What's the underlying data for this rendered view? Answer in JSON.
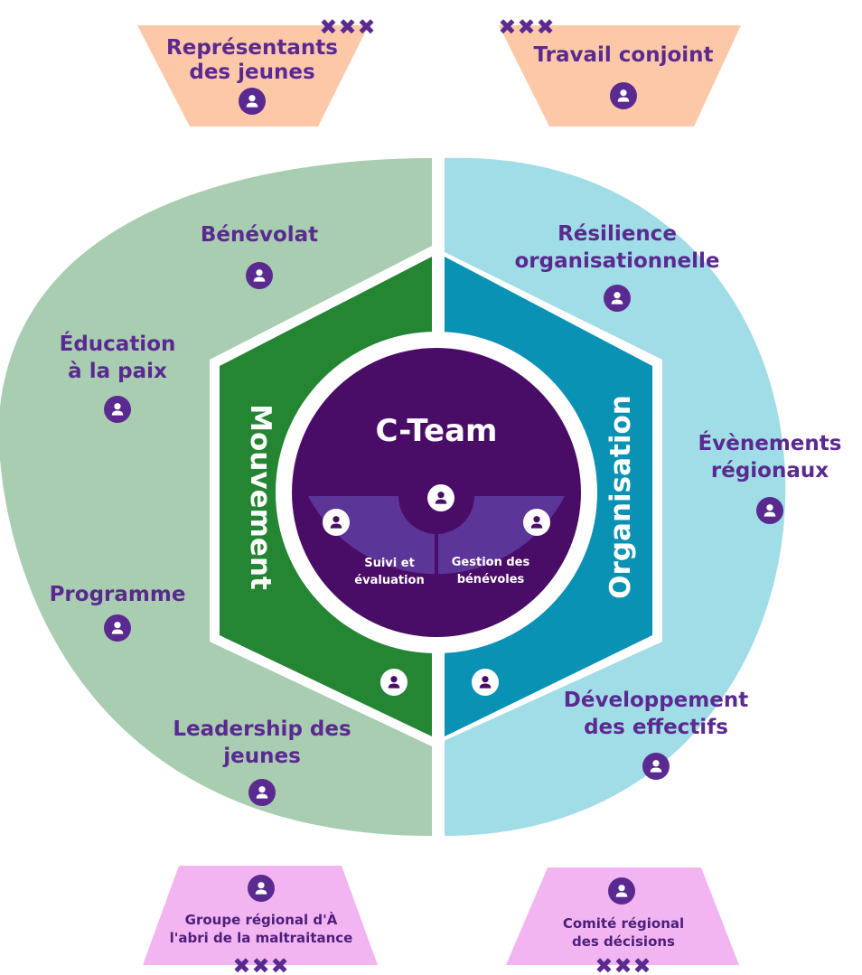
{
  "colors": {
    "movement_region": "#a8cdb0",
    "organisation_region": "#a0dde6",
    "movement_hex": "#248533",
    "organisation_hex": "#0a92b5",
    "core_circle": "#4a0d67",
    "core_lower": "#5c3599",
    "top_trapezoid": "#fcc8a8",
    "bottom_trapezoid": "#f3b5f2",
    "person_icon_dark": "#5b2a91",
    "person_icon_light": "#ffffff",
    "label_text": "#5b2a91"
  },
  "top": {
    "left": {
      "lines": [
        "Représentants",
        "des jeunes"
      ],
      "marks": "✖✖✖",
      "icon": "person-icon"
    },
    "right": {
      "lines": [
        "Travail conjoint"
      ],
      "marks": "✖✖✖",
      "icon": "person-icon"
    }
  },
  "bottom": {
    "left": {
      "lines": [
        "Groupe régional d'À",
        "l'abri de la maltraitance"
      ],
      "marks": "✖✖✖",
      "icon": "person-icon"
    },
    "right": {
      "lines": [
        "Comité régional",
        "des décisions"
      ],
      "marks": "✖✖✖",
      "icon": "person-icon"
    }
  },
  "movement": {
    "title": "Mouvement",
    "items": [
      {
        "lines": [
          "Bénévolat"
        ]
      },
      {
        "lines": [
          "Éducation",
          "à la paix"
        ]
      },
      {
        "lines": [
          "Programme"
        ]
      },
      {
        "lines": [
          "Leadership des",
          "jeunes"
        ]
      }
    ]
  },
  "organisation": {
    "title": "Organisation",
    "items": [
      {
        "lines": [
          "Résilience",
          "organisationnelle"
        ]
      },
      {
        "lines": [
          "Évènements",
          "régionaux"
        ]
      },
      {
        "lines": [
          "Développement",
          "des effectifs"
        ]
      }
    ]
  },
  "core": {
    "title": "C-Team",
    "left_lines": [
      "Suivi et",
      "évaluation"
    ],
    "right_lines": [
      "Gestion des",
      "bénévoles"
    ]
  }
}
